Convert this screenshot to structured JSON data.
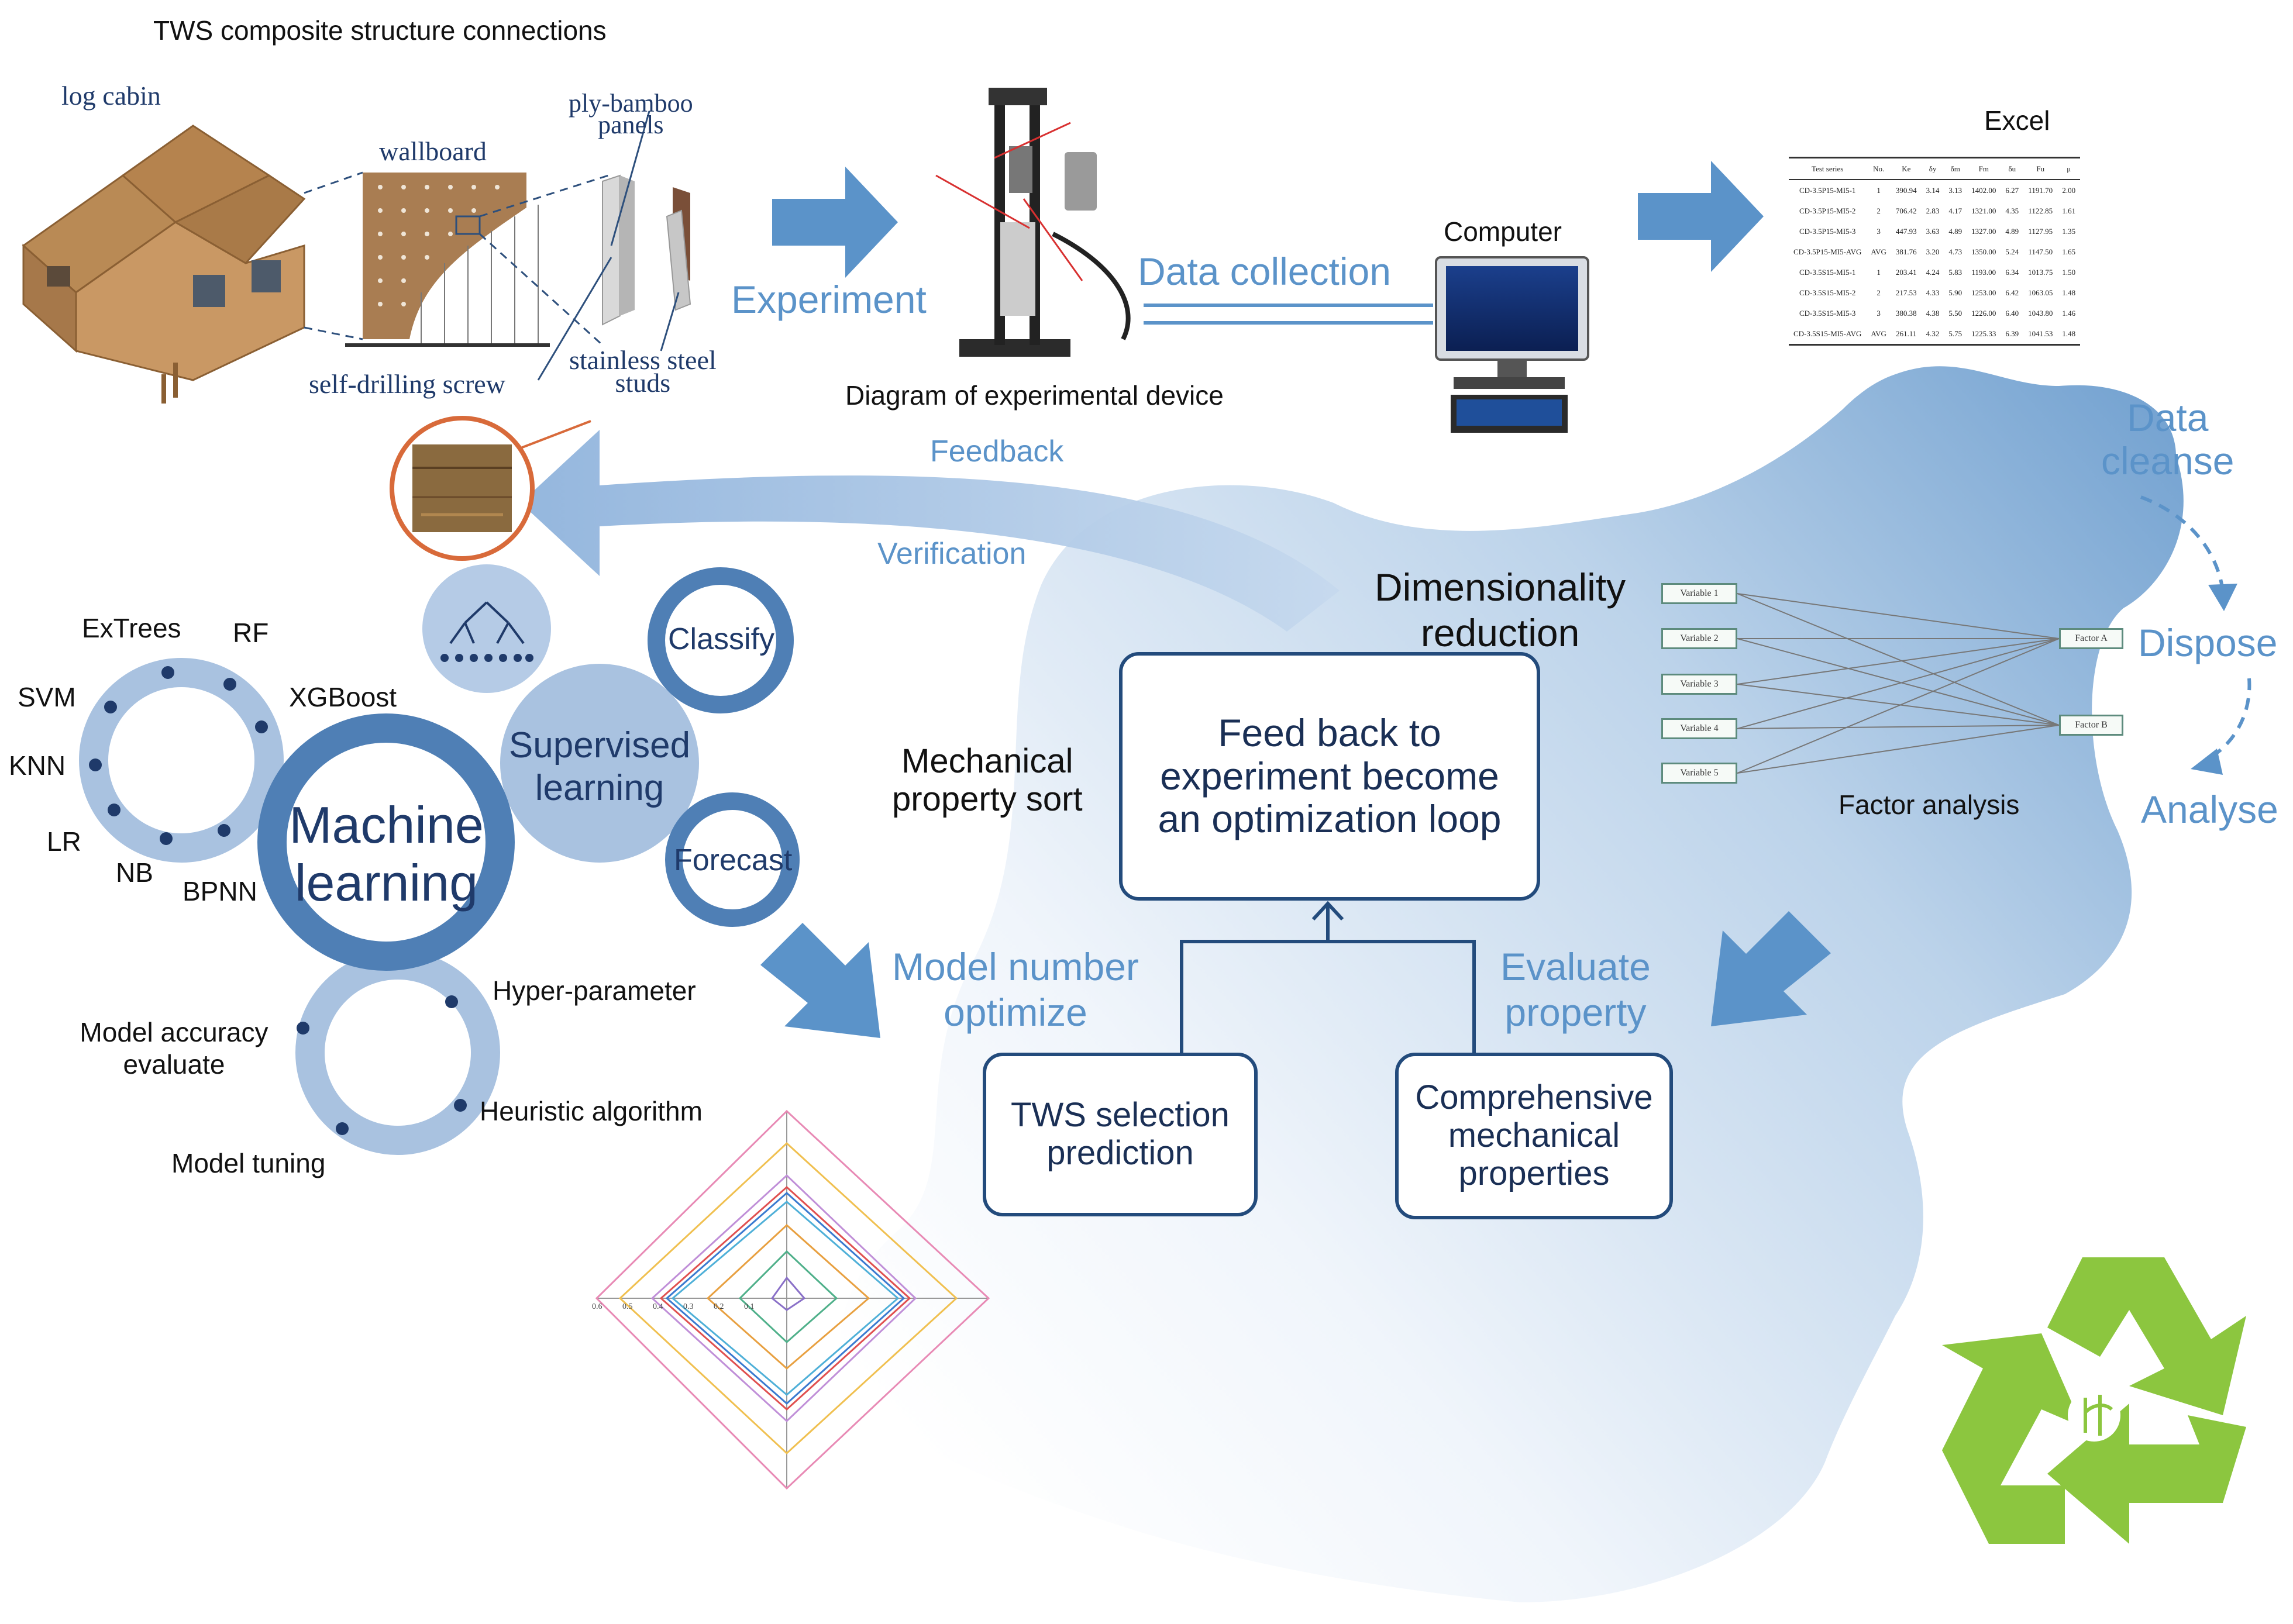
{
  "title": "TWS composite structure connections",
  "structure_labels": {
    "log_cabin": "log cabin",
    "wallboard": "wallboard",
    "ply_bamboo": "ply-bamboo\npanels",
    "self_drilling_screw": "self-drilling screw",
    "stainless_steel_studs": "stainless steel\nstuds"
  },
  "experiment": "Experiment",
  "device_caption": "Diagram of experimental device",
  "data_collection": "Data collection",
  "computer": "Computer",
  "excel": {
    "title": "Excel",
    "headers": [
      "Test series",
      "No.",
      "Ke",
      "δy",
      "δm",
      "Fm",
      "δu",
      "Fu",
      "μ"
    ],
    "rows": [
      [
        "CD-3.5P15-MI5-1",
        "1",
        "390.94",
        "3.14",
        "3.13",
        "1402.00",
        "6.27",
        "1191.70",
        "2.00"
      ],
      [
        "CD-3.5P15-MI5-2",
        "2",
        "706.42",
        "2.83",
        "4.17",
        "1321.00",
        "4.35",
        "1122.85",
        "1.61"
      ],
      [
        "CD-3.5P15-MI5-3",
        "3",
        "447.93",
        "3.63",
        "4.89",
        "1327.00",
        "4.89",
        "1127.95",
        "1.35"
      ],
      [
        "CD-3.5P15-MI5-AVG",
        "AVG",
        "381.76",
        "3.20",
        "4.73",
        "1350.00",
        "5.24",
        "1147.50",
        "1.65"
      ],
      [
        "CD-3.5S15-MI5-1",
        "1",
        "203.41",
        "4.24",
        "5.83",
        "1193.00",
        "6.34",
        "1013.75",
        "1.50"
      ],
      [
        "CD-3.5S15-MI5-2",
        "2",
        "217.53",
        "4.33",
        "5.90",
        "1253.00",
        "6.42",
        "1063.05",
        "1.48"
      ],
      [
        "CD-3.5S15-MI5-3",
        "3",
        "380.38",
        "4.38",
        "5.50",
        "1226.00",
        "6.40",
        "1043.80",
        "1.46"
      ],
      [
        "CD-3.5S15-MI5-AVG",
        "AVG",
        "261.11",
        "4.32",
        "5.75",
        "1225.33",
        "6.39",
        "1041.53",
        "1.48"
      ]
    ]
  },
  "data_cleanse": "Data\ncleanse",
  "dispose": "Dispose",
  "analyse": "Analyse",
  "feedback": "Feedback",
  "verification": "Verification",
  "dimensionality_reduction": "Dimensionality\nreduction",
  "factor_analysis": {
    "caption": "Factor analysis",
    "variables": [
      "Variable 1",
      "Variable 2",
      "Variable 3",
      "Variable 4",
      "Variable 5"
    ],
    "factors": [
      "Factor A",
      "Factor B"
    ]
  },
  "mechanical_property_sort": "Mechanical\nproperty sort",
  "loop_box": "Feed back to\nexperiment become\nan optimization loop",
  "model_number_optimize": "Model number\noptimize",
  "evaluate_property": "Evaluate\nproperty",
  "tws_selection": "TWS selection\nprediction",
  "comprehensive": "Comprehensive\nmechanical\nproperties",
  "ml": {
    "center": "Machine\nlearning",
    "supervised": "Supervised\nlearning",
    "classify": "Classify",
    "forecast": "Forecast",
    "algorithms": [
      "ExTrees",
      "RF",
      "SVM",
      "XGBoost",
      "KNN",
      "LR",
      "NB",
      "BPNN"
    ],
    "tuning_items": [
      "Hyper-parameter",
      "Model accuracy\nevaluate",
      "Heuristic algorithm",
      "Model tuning"
    ]
  },
  "radar": {
    "tick_labels": [
      "0.6",
      "0.5",
      "0.4",
      "0.3",
      "0.2",
      "0.1"
    ]
  },
  "colors": {
    "accent_blue": "#5b93c9",
    "dark_blue": "#4f7fb5",
    "light_ring": "#a9c2e0",
    "navy": "#234b7c",
    "recycle_green": "#8cc63f"
  }
}
